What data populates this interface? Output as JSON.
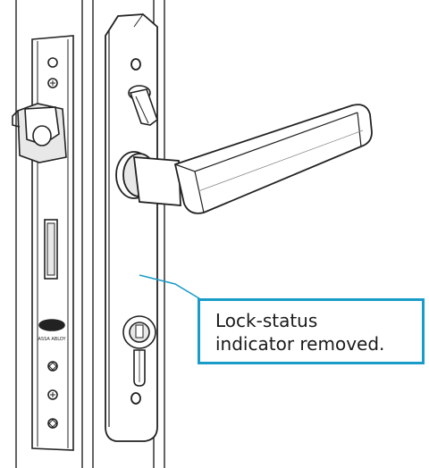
{
  "callout": {
    "line1": "Lock-status",
    "line2": "indicator removed.",
    "border_color": "#1a9cc8"
  },
  "logo": {
    "brand_text": "ASSA ABLOY"
  },
  "colors": {
    "outline": "#222222",
    "fill": "#ffffff",
    "shade": "#e8e8e8",
    "leader_line": "#1a9cc8"
  }
}
